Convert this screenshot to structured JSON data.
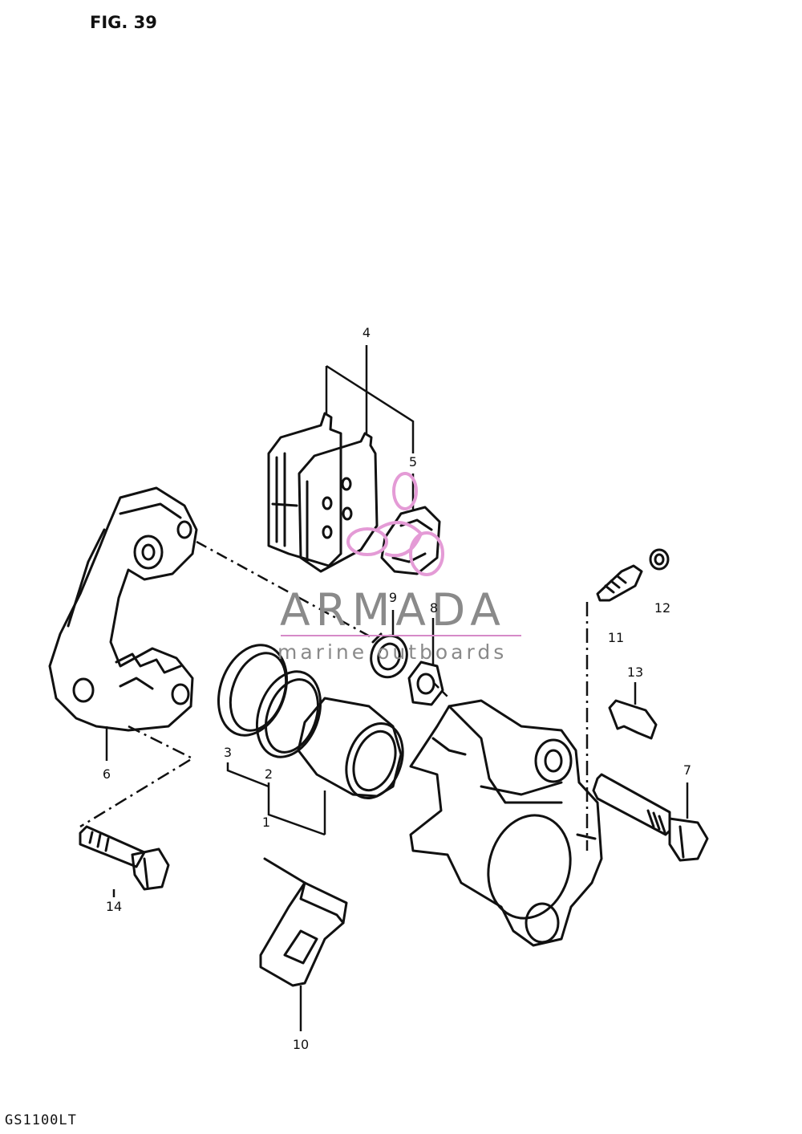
{
  "figure": {
    "title": "FIG. 39",
    "model_code": "GS1100LT"
  },
  "callouts": [
    {
      "id": "1",
      "label": "1"
    },
    {
      "id": "2",
      "label": "2"
    },
    {
      "id": "3",
      "label": "3"
    },
    {
      "id": "4",
      "label": "4"
    },
    {
      "id": "5",
      "label": "5"
    },
    {
      "id": "6",
      "label": "6"
    },
    {
      "id": "7",
      "label": "7"
    },
    {
      "id": "8",
      "label": "8"
    },
    {
      "id": "9",
      "label": "9"
    },
    {
      "id": "10",
      "label": "10"
    },
    {
      "id": "11",
      "label": "11"
    },
    {
      "id": "12",
      "label": "12"
    },
    {
      "id": "13",
      "label": "13"
    },
    {
      "id": "14",
      "label": "14"
    }
  ],
  "watermark": {
    "brand": "ARMADA",
    "tagline": "marine outboards",
    "logo_color": "#e49bd6",
    "text_color": "#8a8a8a"
  },
  "colors": {
    "line": "#111111",
    "background": "#ffffff"
  }
}
